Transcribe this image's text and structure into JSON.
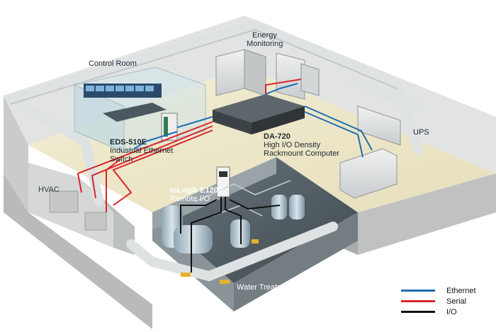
{
  "labels": {
    "control_room": "Control Room",
    "energy_monitoring_1": "Energy",
    "energy_monitoring_2": "Monitoring",
    "eds_title": "EDS-510E",
    "eds_sub1": "Industrial Ethernet",
    "eds_sub2": "Switch",
    "da_title": "DA-720",
    "da_sub1": "High I/O Density",
    "da_sub2": "Rackmount Computer",
    "ups": "UPS",
    "hvac": "HVAC",
    "iologik_title": "ioLogik E1200",
    "iologik_sub": "Remote I/O",
    "water_treatment": "Water Treatment"
  },
  "legend": [
    {
      "label": "Ethernet",
      "color": "#1f6eb0"
    },
    {
      "label": "Serial",
      "color": "#d8242a"
    },
    {
      "label": "I/O",
      "color": "#111111"
    }
  ],
  "colors": {
    "ethernet": "#1f6eb0",
    "serial": "#d8242a",
    "io": "#111111",
    "floor": "#efe9cc",
    "wall": "#d7d9d8",
    "water_floor": "#4f5c62"
  }
}
